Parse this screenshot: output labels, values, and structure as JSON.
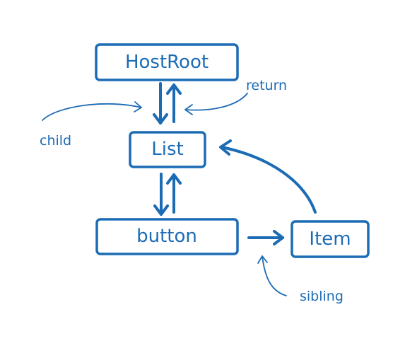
{
  "nodes": {
    "hostroot": "HostRoot",
    "list": "List",
    "button": "button",
    "item": "Item"
  },
  "annotations": {
    "child": "child",
    "return": "return",
    "sibling": "sibling"
  },
  "colors": {
    "ink": "#1c6bb5",
    "background": "#ffffff"
  }
}
